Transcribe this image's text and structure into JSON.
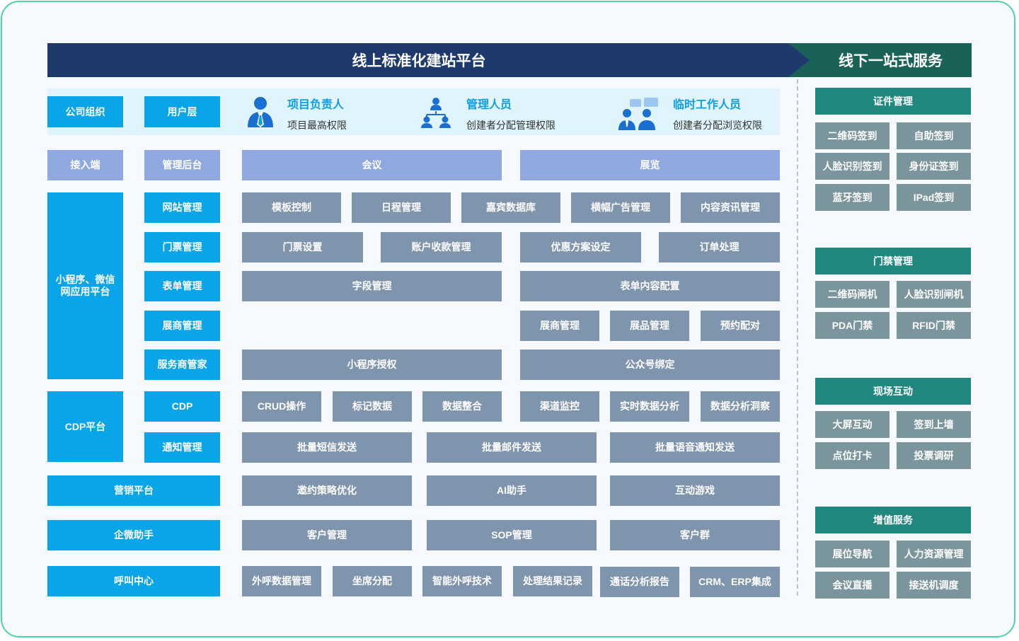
{
  "header": {
    "online_title": "线上标准化建站平台",
    "offline_title": "线下一站式服务"
  },
  "roles": {
    "org_label": "公司组织",
    "user_layer_label": "用户层",
    "items": [
      {
        "title": "项目负责人",
        "desc": "项目最高权限"
      },
      {
        "title": "管理人员",
        "desc": "创建者分配管理权限"
      },
      {
        "title": "临时工作人员",
        "desc": "创建者分配浏览权限"
      }
    ]
  },
  "access": {
    "access_label": "接入端",
    "admin_label": "管理后台",
    "meeting_label": "会议",
    "exhibition_label": "展览"
  },
  "mini_platform": {
    "label": "小程序、微信网应用平台",
    "website_mgmt": {
      "label": "网站管理",
      "items": [
        "模板控制",
        "日程管理",
        "嘉宾数据库",
        "横幅广告管理",
        "内容资讯管理"
      ]
    },
    "ticket_mgmt": {
      "label": "门票管理",
      "items": [
        "门票设置",
        "账户收款管理",
        "优惠方案设定",
        "订单处理"
      ]
    },
    "form_mgmt": {
      "label": "表单管理",
      "items": [
        "字段管理",
        "表单内容配置"
      ]
    },
    "exhibitor_mgmt": {
      "label": "展商管理",
      "items": [
        "展商管理",
        "展品管理",
        "预约配对"
      ]
    },
    "service_keeper": {
      "label": "服务商管家",
      "items": [
        "小程序授权",
        "公众号绑定"
      ]
    }
  },
  "cdp_platform": {
    "label": "CDP平台",
    "cdp": {
      "label": "CDP",
      "items": [
        "CRUD操作",
        "标记数据",
        "数据整合",
        "渠道监控",
        "实时数据分析",
        "数据分析洞察"
      ]
    },
    "notify": {
      "label": "通知管理",
      "items": [
        "批量短信发送",
        "批量邮件发送",
        "批量语音通知发送"
      ]
    }
  },
  "marketing": {
    "label": "营销平台",
    "items": [
      "邀约策略优化",
      "AI助手",
      "互动游戏"
    ]
  },
  "wecom": {
    "label": "企微助手",
    "items": [
      "客户管理",
      "SOP管理",
      "客户群"
    ]
  },
  "callcenter": {
    "label": "呼叫中心",
    "items": [
      "外呼数据管理",
      "坐席分配",
      "智能外呼技术",
      "处理结果记录",
      "通话分析报告",
      "CRM、ERP集成"
    ]
  },
  "offline": {
    "groups": [
      {
        "title": "证件管理",
        "items": [
          "二维码签到",
          "自助签到",
          "人脸识别签到",
          "身份证签到",
          "蓝牙签到",
          "IPad签到"
        ]
      },
      {
        "title": "门禁管理",
        "items": [
          "二维码闸机",
          "人脸识别闸机",
          "PDA门禁",
          "RFID门禁"
        ]
      },
      {
        "title": "现场互动",
        "items": [
          "大屏互动",
          "签到上墙",
          "点位打卡",
          "投票调研"
        ]
      },
      {
        "title": "增值服务",
        "items": [
          "展位导航",
          "人力资源管理",
          "会议直播",
          "接送机调度"
        ]
      }
    ]
  },
  "colors": {
    "cyan": "#0aa5e8",
    "blue": "#8fa9e0",
    "gray": "#7f94ad",
    "teal": "#21887f",
    "navy": "#1e3a6d",
    "border": "#4fd3a5"
  },
  "icons": [
    "person-tie-icon",
    "team-hierarchy-icon",
    "staff-chat-icon"
  ]
}
